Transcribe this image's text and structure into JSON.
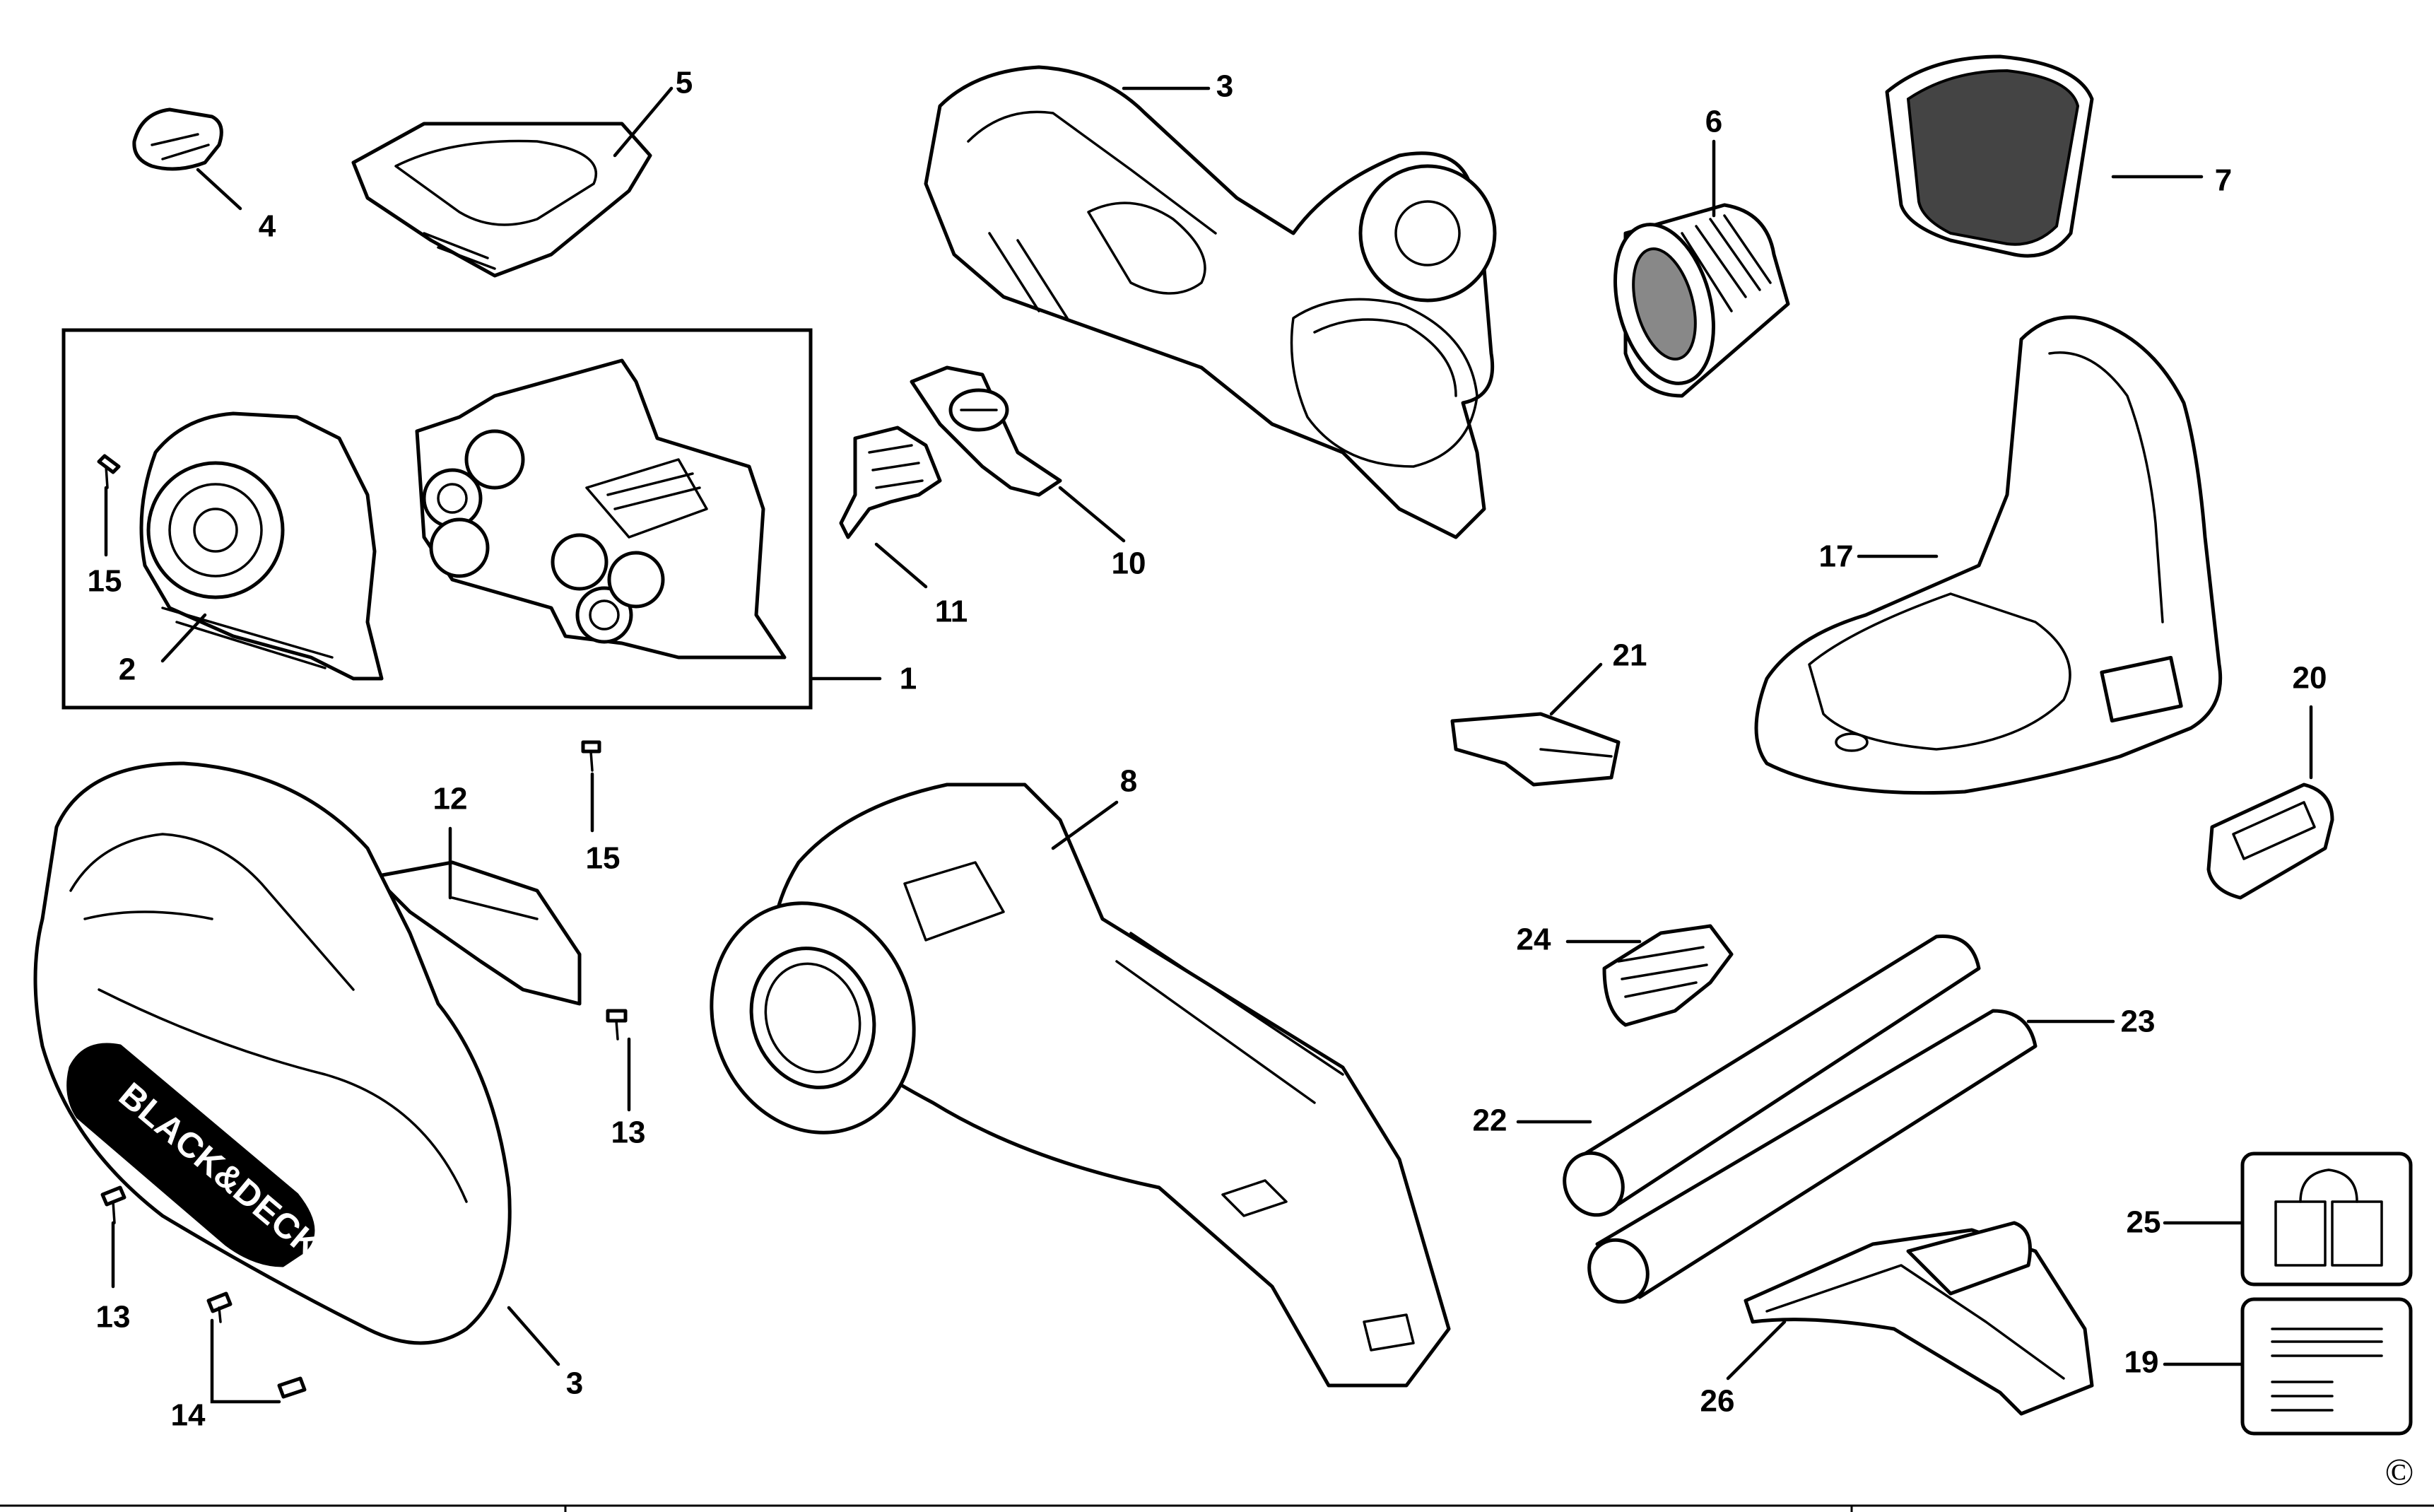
{
  "callouts": {
    "n1": "1",
    "n2": "2",
    "n3a": "3",
    "n3b": "3",
    "n4": "4",
    "n5": "5",
    "n6": "6",
    "n7": "7",
    "n8": "8",
    "n10": "10",
    "n11": "11",
    "n12": "12",
    "n13a": "13",
    "n13b": "13",
    "n14": "14",
    "n15a": "15",
    "n15b": "15",
    "n17": "17",
    "n19": "19",
    "n20": "20",
    "n21": "21",
    "n22": "22",
    "n23": "23",
    "n24": "24",
    "n25": "25",
    "n26": "26"
  },
  "brand_logo": "BLACK&DECKER",
  "copyright_mark": "©",
  "colors": {
    "line": "#000000",
    "background": "#ffffff",
    "mesh": "#444444"
  }
}
